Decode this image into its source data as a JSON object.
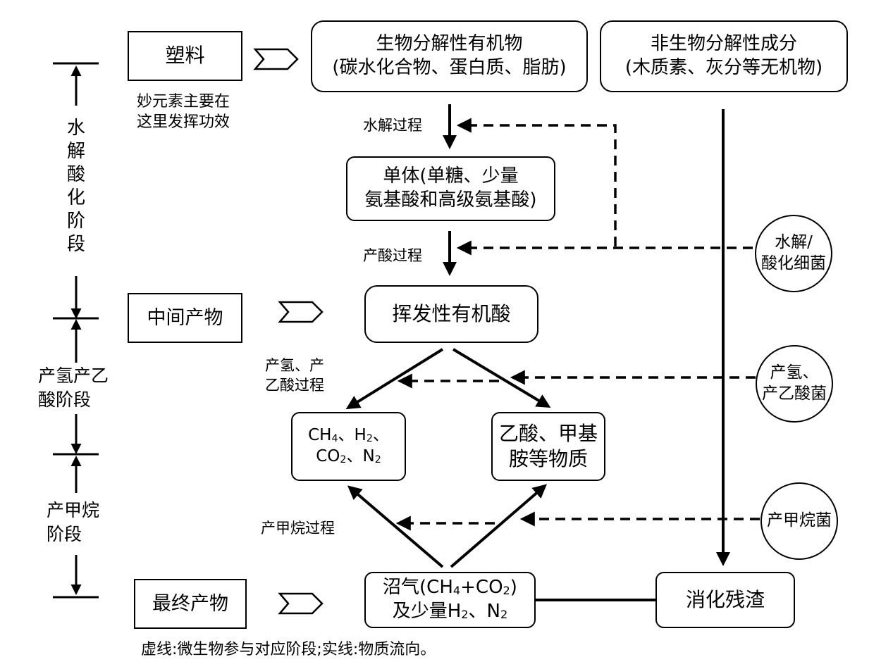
{
  "boxes": {
    "plastic": "塑料",
    "biodegradable": {
      "line1": "生物分解性有机物",
      "line2": "(碳水化合物、蛋白质、脂肪)"
    },
    "non_biodegradable": {
      "line1": "非生物分解性成分",
      "line2": "(木质素、灰分等无机物)"
    },
    "monomer": {
      "line1": "单体(单糖、少量",
      "line2": "氨基酸和高级氨基酸)"
    },
    "intermediate": "中间产物",
    "vfa": "挥发性有机酸",
    "gases": {
      "ch": "CH",
      "ch_sub": "4",
      "h_sep": "、H",
      "h_sub": "2",
      "end1": "、",
      "co": "CO",
      "co_sub": "2",
      "n_sep": "、N",
      "n_sub": "2"
    },
    "acetic": {
      "line1": "乙酸、甲基",
      "line2": "胺等物质"
    },
    "final_product": "最终产物",
    "biogas": {
      "pre": "沼气(CH",
      "ch_sub": "4",
      "mid": "+CO",
      "co_sub": "2",
      "post": ")",
      "line2_pre": "及少量H",
      "h_sub": "2",
      "line2_mid": "、N",
      "n_sub": "2"
    },
    "residue": "消化残渣"
  },
  "notes": {
    "miao_element": {
      "line1": "妙元素主要在",
      "line2": "这里发挥功效"
    }
  },
  "process_labels": {
    "hydrolysis": "水解过程",
    "acidogenesis": "产酸过程",
    "acetogenesis": {
      "line1": "产氢、产",
      "line2": "乙酸过程"
    },
    "methanogenesis": "产甲烷过程"
  },
  "bacteria": {
    "hydrolytic": {
      "line1": "水解/",
      "line2": "酸化细菌"
    },
    "acetogenic": {
      "line1": "产氢、",
      "line2": "产乙酸菌"
    },
    "methanogenic": "产甲烷菌"
  },
  "stages": {
    "hydrolysis_acidification": [
      "水",
      "解",
      "酸",
      "化",
      "阶",
      "段"
    ],
    "acetogenesis": {
      "line1": "产氢产乙",
      "line2": "酸阶段"
    },
    "methanogenesis": {
      "line1": "产甲烷",
      "line2": "阶段"
    }
  },
  "legend": "虚线:微生物参与对应阶段;实线:物质流向。"
}
